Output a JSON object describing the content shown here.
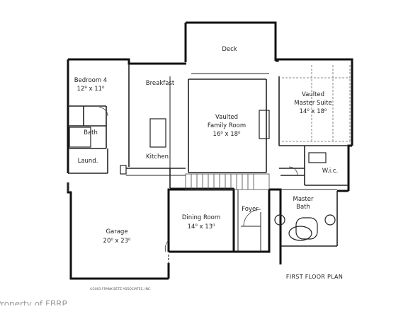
{
  "plan": {
    "title": "FIRST FLOOR PLAN",
    "copyright": "©2003 FRANK BETZ ASSOCIATES, INC.",
    "watermark": "Property of FBRP"
  },
  "rooms": {
    "deck": {
      "name": "Deck"
    },
    "bedroom4": {
      "name": "Bedroom 4",
      "dim": "12⁹ x 11⁰"
    },
    "breakfast": {
      "name": "Breakfast"
    },
    "kitchen": {
      "name": "Kitchen"
    },
    "bath": {
      "name": "Bath"
    },
    "laundry": {
      "name": "Laund."
    },
    "family": {
      "name1": "Vaulted",
      "name2": "Family Room",
      "dim": "16⁰ x 18⁰"
    },
    "master": {
      "name1": "Vaulted",
      "name2": "Master Suite",
      "dim": "14⁰ x 18⁰"
    },
    "wic": {
      "name": "W.i.c."
    },
    "masterbath": {
      "name1": "Master",
      "name2": "Bath"
    },
    "garage": {
      "name": "Garage",
      "dim": "20⁰ x 23⁰"
    },
    "dining": {
      "name": "Dining Room",
      "dim": "14⁰ x 13⁰"
    },
    "foyer": {
      "name": "Foyer"
    }
  }
}
